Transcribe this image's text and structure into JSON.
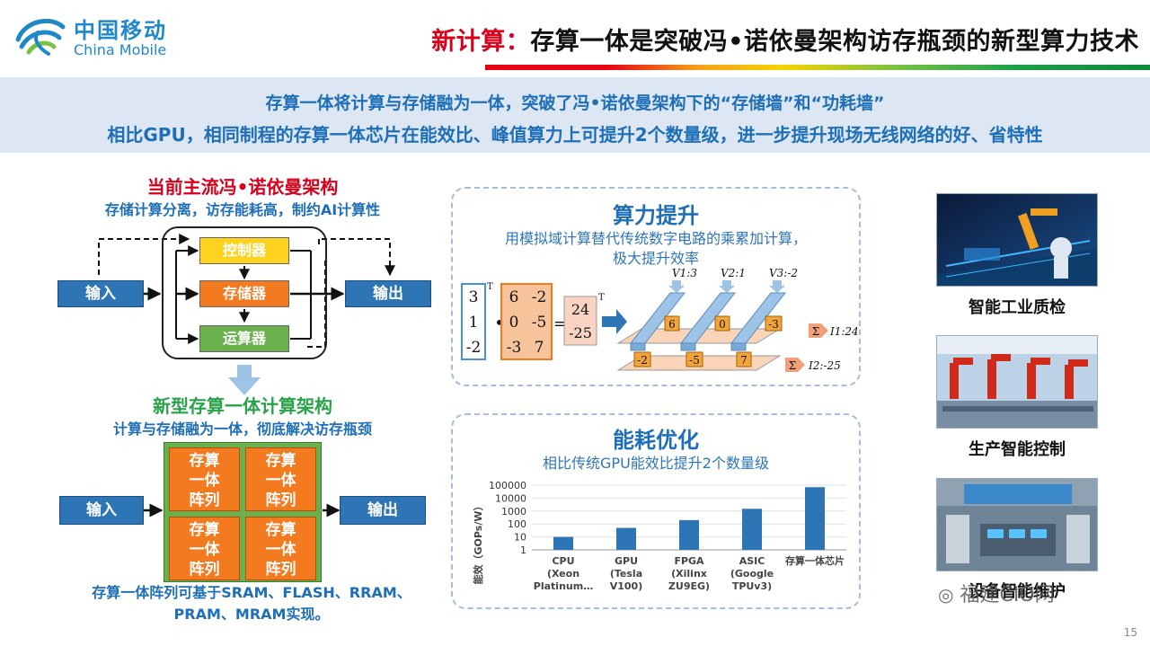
{
  "header": {
    "logo_cn": "中国移动",
    "logo_en": "China Mobile",
    "title_prefix": "新计算：",
    "title_rest": "存算一体是突破冯•诺依曼架构访存瓶颈的新型算力技术"
  },
  "summary": {
    "line1": "存算一体将计算与存储融为一体，突破了冯•诺依曼架构下的“存储墙”和“功耗墙”",
    "line2": "相比GPU，相同制程的存算一体芯片在能效比、峰值算力上可提升2个数量级，进一步提升现场无线网络的好、省特性"
  },
  "left": {
    "vn_title": "当前主流冯•诺依曼架构",
    "vn_sub": "存储计算分离，访存能耗高，制约AI计算性",
    "input_label": "输入",
    "output_label": "输出",
    "controller": "控制器",
    "memory": "存储器",
    "alu": "运算器",
    "cim_title": "新型存算一体计算架构",
    "cim_sub": "计算与存储融为一体，彻底解决访存瓶颈",
    "array_cells": [
      [
        "存算",
        "一体",
        "阵列"
      ],
      [
        "存算",
        "一体",
        "阵列"
      ],
      [
        "存算",
        "一体",
        "阵列"
      ],
      [
        "存算",
        "一体",
        "阵列"
      ]
    ],
    "note_line1": "存算一体阵列可基于SRAM、FLASH、RRAM、",
    "note_line2": "PRAM、MRAM实现。"
  },
  "panel1": {
    "title": "算力提升",
    "sub1": "用模拟域计算替代传统数字电路的乘累加计算，",
    "sub2": "极大提升效率",
    "vec": [
      "3",
      "1",
      "-2"
    ],
    "matrix": [
      [
        "6",
        "-2"
      ],
      [
        "0",
        "-5"
      ],
      [
        "-3",
        "7"
      ]
    ],
    "result": [
      "24",
      "-25"
    ],
    "sup_t": "T",
    "dot": "•",
    "eq": "=",
    "v_labels": [
      "V1:3",
      "V2:1",
      "V3:-2"
    ],
    "top_cells": [
      "6",
      "0",
      "-3"
    ],
    "bottom_cells": [
      "-2",
      "-5",
      "7"
    ],
    "i_labels": [
      "I1:24",
      "I2:-25"
    ],
    "sigma": "Σ"
  },
  "panel2": {
    "title": "能耗优化",
    "sub": "相比传统GPU能效比提升2个数量级"
  },
  "chart_data": {
    "type": "bar",
    "categories": [
      "CPU (Xeon Platinum…",
      "GPU (Tesla V100)",
      "FPGA (Xilinx ZU9EG)",
      "ASIC (Google TPUv3)",
      "存算一体芯片"
    ],
    "category_lines": [
      [
        "CPU",
        "(Xeon",
        "Platinum…"
      ],
      [
        "GPU",
        "(Tesla",
        "V100)"
      ],
      [
        "FPGA",
        "(Xilinx",
        "ZU9EG)"
      ],
      [
        "ASIC",
        "(Google",
        "TPUv3)"
      ],
      [
        "存算一体芯片"
      ]
    ],
    "values": [
      10,
      50,
      200,
      1500,
      70000
    ],
    "ylabel": "能效（GOPs/W）",
    "yscale": "log",
    "ylim": [
      1,
      100000
    ],
    "yticks": [
      "1",
      "10",
      "100",
      "1000",
      "10000",
      "100000"
    ],
    "color": "#2e75b6",
    "grid": true
  },
  "right": {
    "labels": [
      "智能工业质检",
      "生产智能控制",
      "设备智能维护"
    ]
  },
  "footer": {
    "page": "15",
    "watermark": "福建CIO网"
  }
}
